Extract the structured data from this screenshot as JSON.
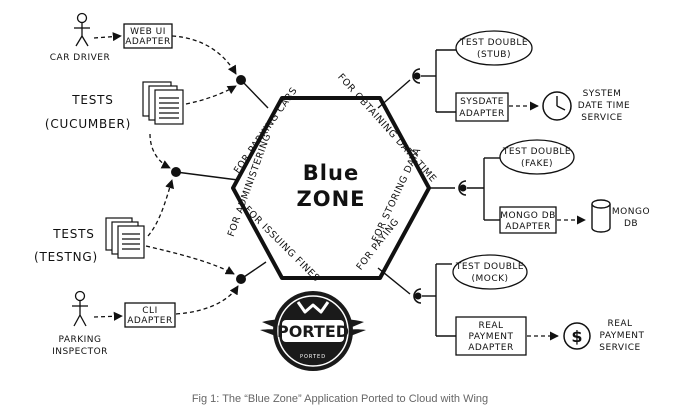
{
  "caption": "Fig 1: The “Blue Zone” Application Ported to Cloud with Wing",
  "center": {
    "line1": "Blue",
    "line2": "ZONE"
  },
  "ports": {
    "parking_cars": "FOR PARKING CARS",
    "obtaining_datetime": "FOR OBTAINING DATE-TIME",
    "storing_data": "FOR STORING DATA",
    "paying": "FOR PAYING",
    "issuing_fines": "FOR ISSUING FINES",
    "administering": "FOR ADMINISTERING"
  },
  "actors": {
    "car_driver": "CAR DRIVER",
    "parking_inspector_1": "PARKING",
    "parking_inspector_2": "INSPECTOR"
  },
  "left_adapters": {
    "web_ui_1": "WEB UI",
    "web_ui_2": "ADAPTER",
    "cli_1": "CLI",
    "cli_2": "ADAPTER"
  },
  "tests": {
    "cucumber_1": "TESTS",
    "cucumber_2": "(CUCUMBER)",
    "testng_1": "TESTS",
    "testng_2": "(TESTNG)"
  },
  "right": {
    "stub_1": "TEST DOUBLE",
    "stub_2": "(STUB)",
    "sysdate_1": "SYSDATE",
    "sysdate_2": "ADAPTER",
    "system_1": "SYSTEM",
    "system_2": "DATE TIME",
    "system_3": "SERVICE",
    "fake_1": "TEST DOUBLE",
    "fake_2": "(FAKE)",
    "mongo_adapter_1": "MONGO DB",
    "mongo_adapter_2": "ADAPTER",
    "mongo_1": "MONGO",
    "mongo_2": "DB",
    "mock_1": "TEST DOUBLE",
    "mock_2": "(MOCK)",
    "real_adapter_1": "REAL",
    "real_adapter_2": "PAYMENT",
    "real_adapter_3": "ADAPTER",
    "real_service_1": "REAL",
    "real_service_2": "PAYMENT",
    "real_service_3": "SERVICE",
    "dollar": "$"
  },
  "logo": {
    "text": "PORTED",
    "subtext": "PORTED"
  }
}
